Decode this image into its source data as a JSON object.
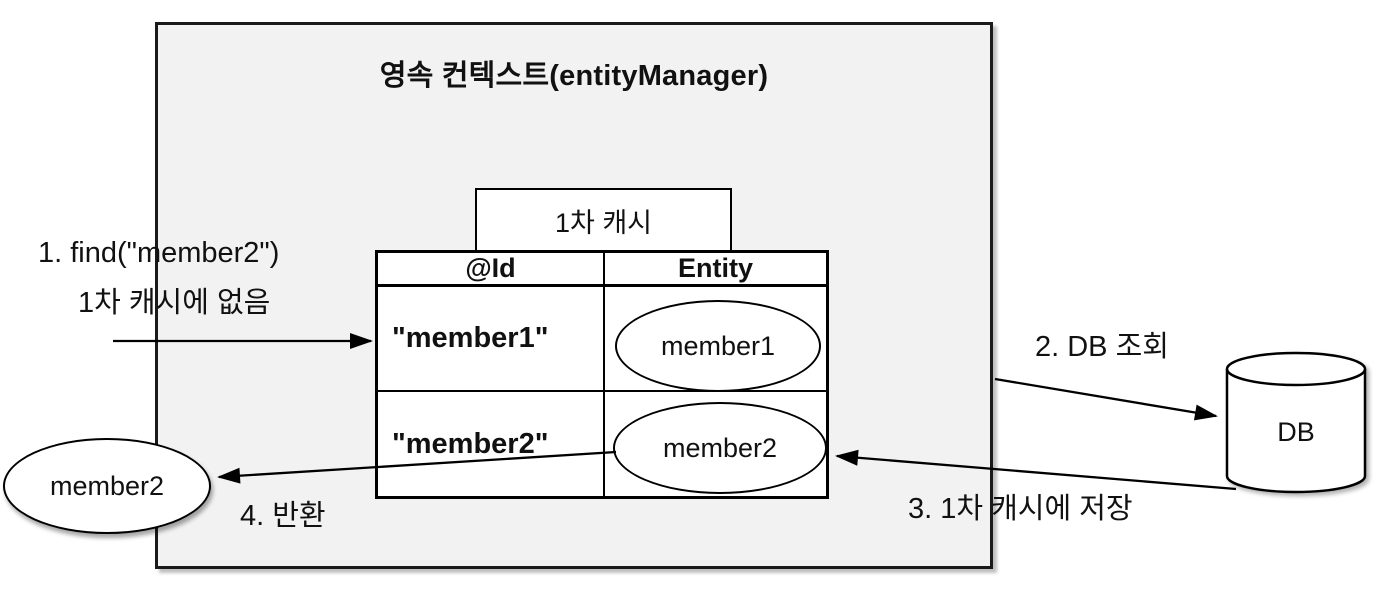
{
  "diagram": {
    "title": "영속 컨텍스트(entityManager)",
    "cache": {
      "label": "1차 캐시",
      "table": {
        "headers": [
          "@Id",
          "Entity"
        ],
        "rows": [
          {
            "id": "\"member1\"",
            "entity": "member1"
          },
          {
            "id": "\"member2\"",
            "entity": "member2"
          }
        ]
      }
    },
    "steps": {
      "step1_line1": "1. find(\"member2\")",
      "step1_line2": "1차 캐시에 없음",
      "step2": "2. DB 조회",
      "step3": "3. 1차 캐시에 저장",
      "step4": "4. 반환"
    },
    "returned_entity": "member2",
    "db_label": "DB",
    "colors": {
      "context_fill": "#f2f2f2",
      "stroke": "#000000",
      "cell_fill": "#ffffff"
    }
  }
}
